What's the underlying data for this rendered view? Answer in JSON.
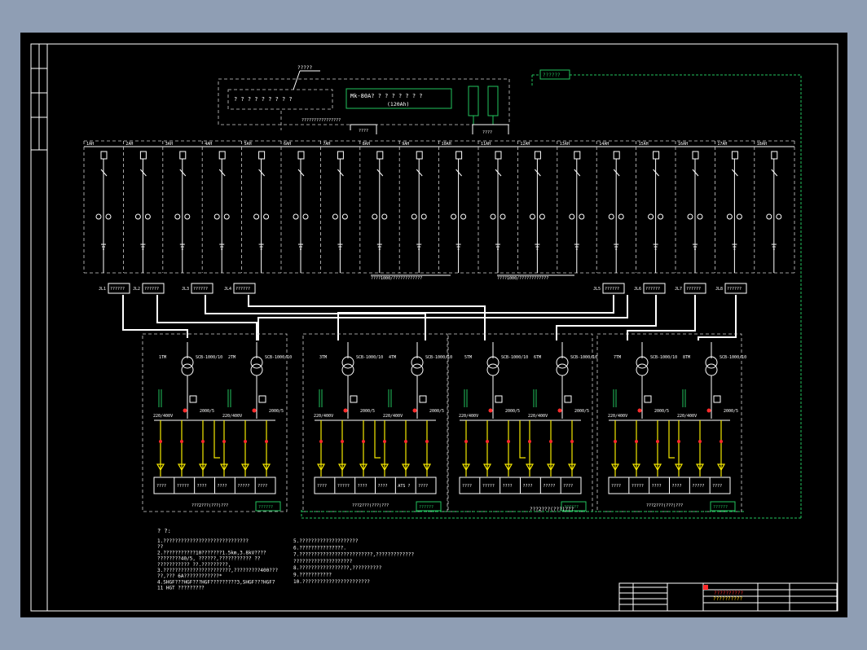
{
  "drawing": {
    "control_cabinet": {
      "callout": "?????",
      "cabinet_label": "? ? ? ? ? ? ? ? ?",
      "battery_title": "Mk-80A? ? ? ? ? ? ? ?",
      "battery_capacity": "(120Ah)",
      "bus_caption": "????????????????",
      "top_right_tag": "??????"
    },
    "bus_markers": [
      "????",
      "????"
    ],
    "ht_panels": [
      {
        "tag": "1AH"
      },
      {
        "tag": "2AH"
      },
      {
        "tag": "3AH"
      },
      {
        "tag": "4AH"
      },
      {
        "tag": "5AH"
      },
      {
        "tag": "6AH"
      },
      {
        "tag": "7AH"
      },
      {
        "tag": "8AH"
      },
      {
        "tag": "9AH"
      },
      {
        "tag": "10AH"
      },
      {
        "tag": "11AH"
      },
      {
        "tag": "12AH"
      },
      {
        "tag": "13AH"
      },
      {
        "tag": "14AH"
      },
      {
        "tag": "15AH"
      },
      {
        "tag": "16AH"
      },
      {
        "tag": "17AH"
      },
      {
        "tag": "18AH"
      }
    ],
    "feeder_cables": [
      {
        "tag": "JL1",
        "label": "??????"
      },
      {
        "tag": "JL2",
        "label": "??????"
      },
      {
        "tag": "JL3",
        "label": "??????"
      },
      {
        "tag": "JL4",
        "label": "??????"
      },
      {
        "tag": "JL5",
        "label": "??????"
      },
      {
        "tag": "JL6",
        "label": "??????"
      },
      {
        "tag": "JL7",
        "label": "??????"
      },
      {
        "tag": "JL8",
        "label": "??????"
      }
    ],
    "pt_captions": [
      "????1000/????????????",
      "????1000/????????????"
    ],
    "substations": [
      {
        "transformers": [
          "1TM",
          "2TM"
        ],
        "spec": "SCB-1000/10",
        "ct": "2000/5",
        "lv_buses": [
          "220/400V",
          "220/400V"
        ],
        "feeders": [
          "????",
          "?????",
          "????",
          "????",
          "?????",
          "????"
        ],
        "caption": "???2???(???)???",
        "tag": "??????"
      },
      {
        "transformers": [
          "3TM",
          "4TM"
        ],
        "spec": "SCB-1000/10",
        "ct": "2000/5",
        "lv_buses": [
          "220/400V",
          "220/400V"
        ],
        "feeders": [
          "????",
          "?????",
          "????",
          "????",
          "ATS ?",
          "????"
        ],
        "caption": "???2???(???)???",
        "tag": "??????"
      },
      {
        "transformers": [
          "5TM",
          "6TM"
        ],
        "spec": "SCB-1000/10",
        "ct": "2000/5",
        "lv_buses": [
          "220/400V",
          "220/400V"
        ],
        "feeders": [
          "????",
          "?????",
          "????",
          "????",
          "?????",
          "????"
        ],
        "caption": "???2???(???)???",
        "tag": "??????"
      },
      {
        "transformers": [
          "7TM",
          "8TM"
        ],
        "spec": "SCB-1000/10",
        "ct": "2000/5",
        "lv_buses": [
          "220/400V",
          "220/400V"
        ],
        "feeders": [
          "????",
          "?????",
          "????",
          "????",
          "?????",
          "????"
        ],
        "caption": "???2???(???)???",
        "tag": "??????"
      }
    ],
    "notes": {
      "heading": "? ?:",
      "left": [
        "1.?????????????????????????????",
        "   ??",
        "2.???????????10???????1.5km,3.8kV????",
        "   ????????40/5, ??????,???????????  ??",
        "   ???????????   ??.?????????,",
        "3.???????????????????????,?????????400???",
        "   ??,??? 6A????????????*",
        "4.SHGF???HGF???HGF?????????3,SHGF???HGF7",
        "   11 HGT ?????????"
      ],
      "right": [
        "5.????????????????????",
        "6.???????????????.",
        "7.?????????????????????????,?????????????",
        "   ????????????????????",
        "8.?????????????????,??????????",
        "9.???????????",
        "10.???????????????????????"
      ]
    },
    "title_block": {
      "drawing_title_1": "??????????",
      "drawing_title_2": "??????????",
      "brand_color": "#ff0000"
    }
  }
}
